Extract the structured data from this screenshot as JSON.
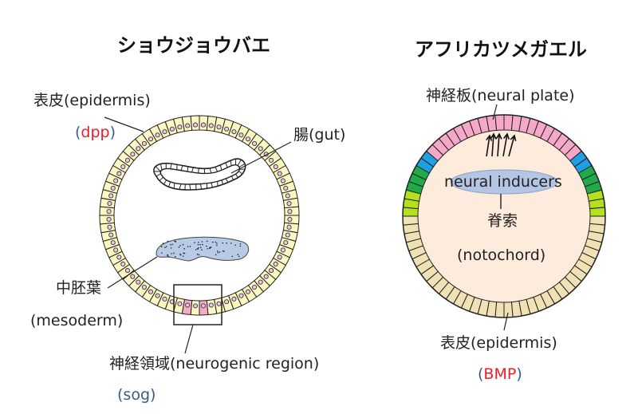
{
  "left_panel": {
    "title": "ショウジョウバエ",
    "labels": {
      "epidermis": "表皮(epidermis)",
      "epidermis_gene_open": "(",
      "epidermis_gene": "dpp",
      "epidermis_gene_close": ")",
      "gut": "腸(gut)",
      "mesoderm_jp": "中胚葉",
      "mesoderm_en": "(mesoderm)",
      "neurogenic": "神経領域(neurogenic region)",
      "neurogenic_gene_open": "(",
      "neurogenic_gene": "sog",
      "neurogenic_gene_close": ")"
    },
    "colors": {
      "epidermis_cell": "#fbf8c4",
      "nucleus": "#f2c4e8",
      "neurogenic_cell": "#f5aac8",
      "mesoderm": "#b8cbe4",
      "gene_dpp": "#ee1c24",
      "gene_sog": "#3a5a8a"
    }
  },
  "right_panel": {
    "title": "アフリカツメガエル",
    "labels": {
      "neural_plate": "神経板(neural plate)",
      "neural_inducers": "neural inducers",
      "notochord_jp": "脊索",
      "notochord_en": "(notochord)",
      "epidermis": "表皮(epidermis)",
      "epidermis_gene_open": "(",
      "epidermis_gene": "BMP",
      "epidermis_gene_close": ")"
    },
    "colors": {
      "neural_plate": "#f6a8c8",
      "blue_band": "#1ea0e4",
      "green_band": "#22aa4a",
      "lime_band": "#b4e01e",
      "epidermis": "#f0e2b4",
      "interior": "#fdebdc",
      "inducers": "#b4c6e4",
      "gene_bmp": "#ee1c24"
    }
  }
}
